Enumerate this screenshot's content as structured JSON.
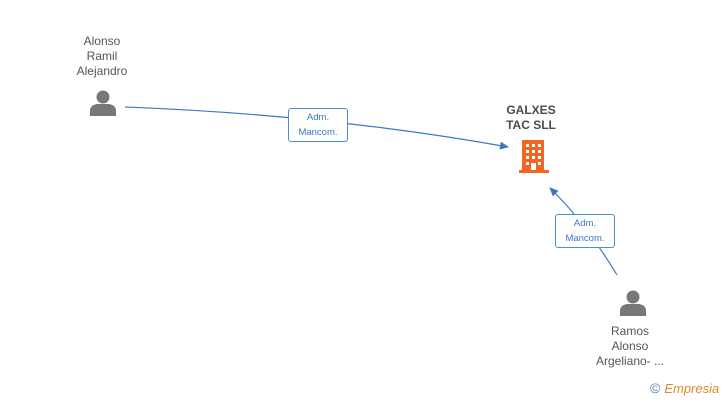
{
  "company": {
    "name_line1": "GALXES",
    "name_line2": "TAC SLL",
    "icon": "building-icon",
    "color": "#f26522"
  },
  "persons": [
    {
      "line1": "Alonso",
      "line2": "Ramil",
      "line3": "Alejandro",
      "icon": "person-icon"
    },
    {
      "line1": "Ramos",
      "line2": "Alonso",
      "line3": "Argeliano- ...",
      "icon": "person-icon"
    }
  ],
  "relations": [
    {
      "line1": "Adm.",
      "line2": "Mancom."
    },
    {
      "line1": "Adm.",
      "line2": "Mancom."
    }
  ],
  "colors": {
    "edge": "#3a78c2",
    "person": "#777777"
  },
  "watermark": {
    "copyright": "©",
    "brand": "Empresia"
  }
}
